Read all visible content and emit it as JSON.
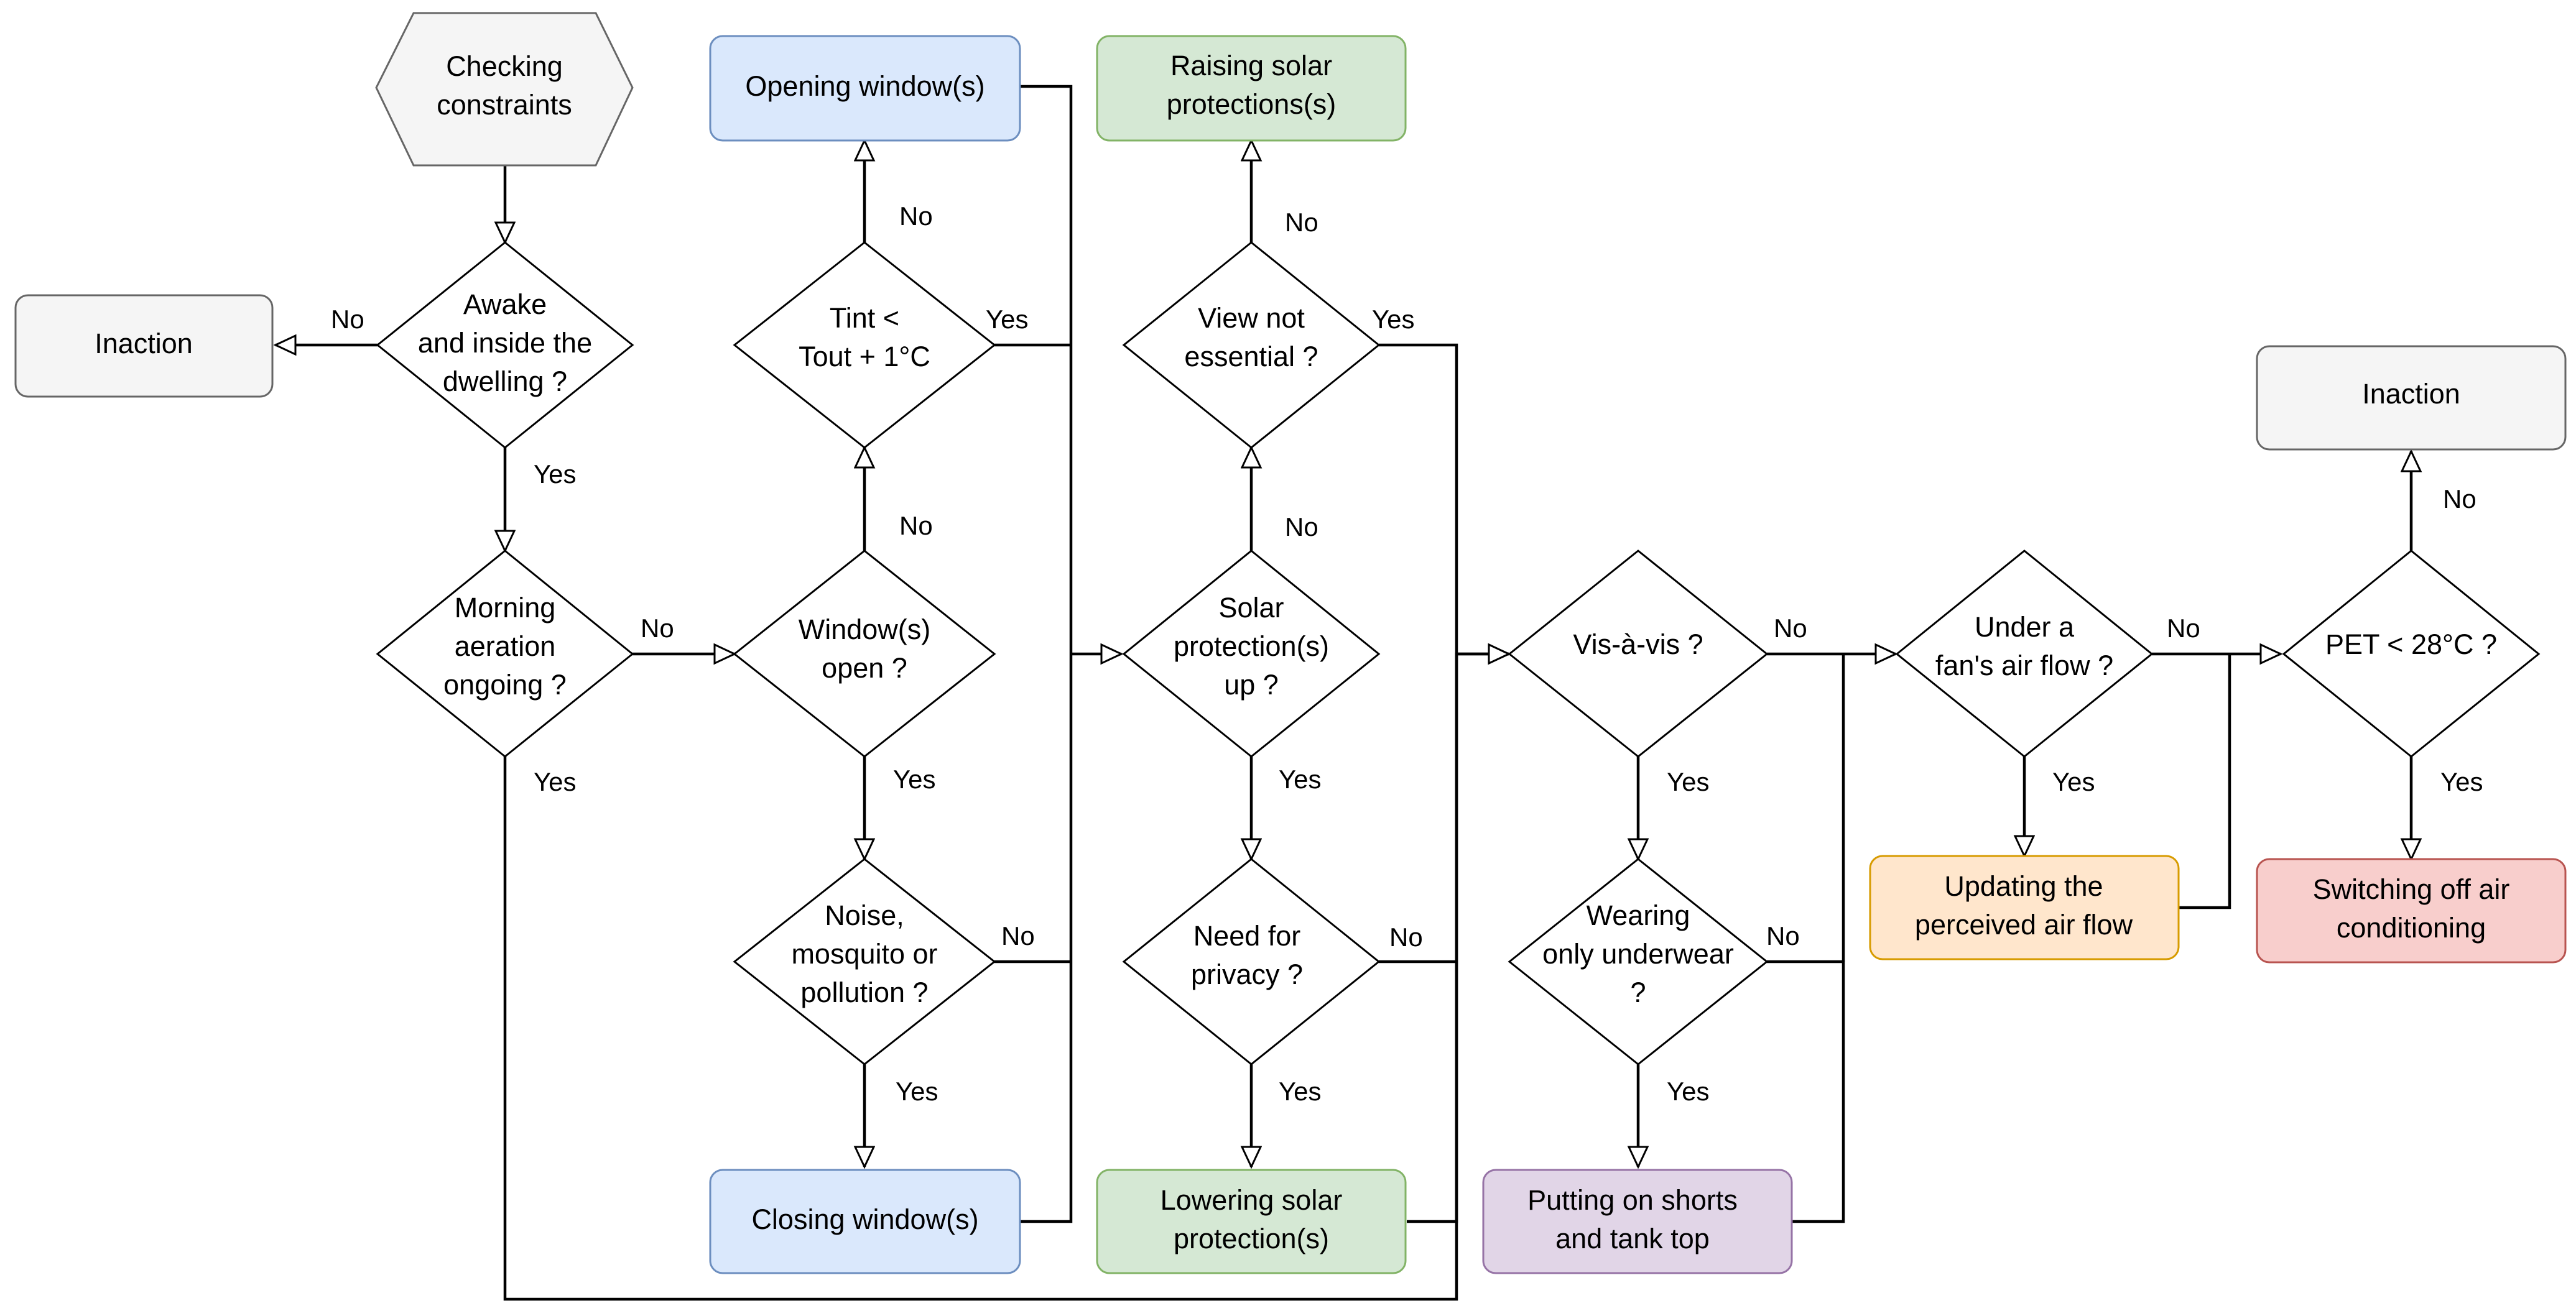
{
  "colors": {
    "line": "#000000",
    "gray_fill": "#f5f5f5",
    "gray_stroke": "#666666",
    "gray_text": "#333333",
    "blue_fill": "#dae8fc",
    "blue_stroke": "#6c8ebf",
    "green_fill": "#d5e8d4",
    "green_stroke": "#82b366",
    "purple_fill": "#e1d5e7",
    "purple_stroke": "#9673a6",
    "orange_fill": "#ffe6cc",
    "orange_stroke": "#d79b00",
    "red_fill": "#f8cecc",
    "red_stroke": "#b85450",
    "decision_fill": "#ffffff"
  },
  "nodes": {
    "start": {
      "lines": [
        "Checking",
        "constraints"
      ]
    },
    "inaction_left": {
      "lines": [
        "Inaction"
      ]
    },
    "awake": {
      "lines": [
        "Awake",
        "and inside the",
        "dwelling ?"
      ]
    },
    "morning": {
      "lines": [
        "Morning",
        "aeration",
        "ongoing ?"
      ]
    },
    "window_open": {
      "lines": [
        "Window(s)",
        "open ?"
      ]
    },
    "tint": {
      "lines": [
        "Tint <",
        "Tout + 1°C"
      ]
    },
    "opening_window": {
      "lines": [
        "Opening window(s)"
      ]
    },
    "noise": {
      "lines": [
        "Noise,",
        "mosquito or",
        "pollution ?"
      ]
    },
    "closing_window": {
      "lines": [
        "Closing window(s)"
      ]
    },
    "solar_up": {
      "lines": [
        "Solar",
        "protection(s)",
        "up ?"
      ]
    },
    "view": {
      "lines": [
        "View not",
        "essential ?"
      ]
    },
    "raising": {
      "lines": [
        "Raising solar",
        "protections(s)"
      ]
    },
    "privacy": {
      "lines": [
        "Need for",
        "privacy ?"
      ]
    },
    "lowering": {
      "lines": [
        "Lowering solar",
        "protection(s)"
      ]
    },
    "visavis": {
      "lines": [
        "Vis-à-vis ?"
      ]
    },
    "underwear": {
      "lines": [
        "Wearing",
        "only underwear",
        "?"
      ]
    },
    "shorts": {
      "lines": [
        "Putting on shorts",
        "and tank top"
      ]
    },
    "fan": {
      "lines": [
        "Under a",
        "fan's air flow ?"
      ]
    },
    "updating": {
      "lines": [
        "Updating the",
        "perceived air flow"
      ]
    },
    "pet": {
      "lines": [
        "PET < 28°C ?"
      ]
    },
    "inaction_right": {
      "lines": [
        "Inaction"
      ]
    },
    "switching": {
      "lines": [
        "Switching off air",
        "conditioning"
      ]
    }
  },
  "edge_labels": {
    "awake_no": "No",
    "awake_yes": "Yes",
    "morning_no": "No",
    "morning_yes": "Yes",
    "window_no": "No",
    "window_yes": "Yes",
    "tint_no": "No",
    "tint_yes": "Yes",
    "noise_no": "No",
    "noise_yes": "Yes",
    "solar_no": "No",
    "solar_yes": "Yes",
    "view_no": "No",
    "view_yes": "Yes",
    "privacy_no": "No",
    "privacy_yes": "Yes",
    "visavis_no": "No",
    "visavis_yes": "Yes",
    "underwear_no": "No",
    "underwear_yes": "Yes",
    "fan_no": "No",
    "fan_yes": "Yes",
    "pet_no": "No",
    "pet_yes": "Yes"
  }
}
